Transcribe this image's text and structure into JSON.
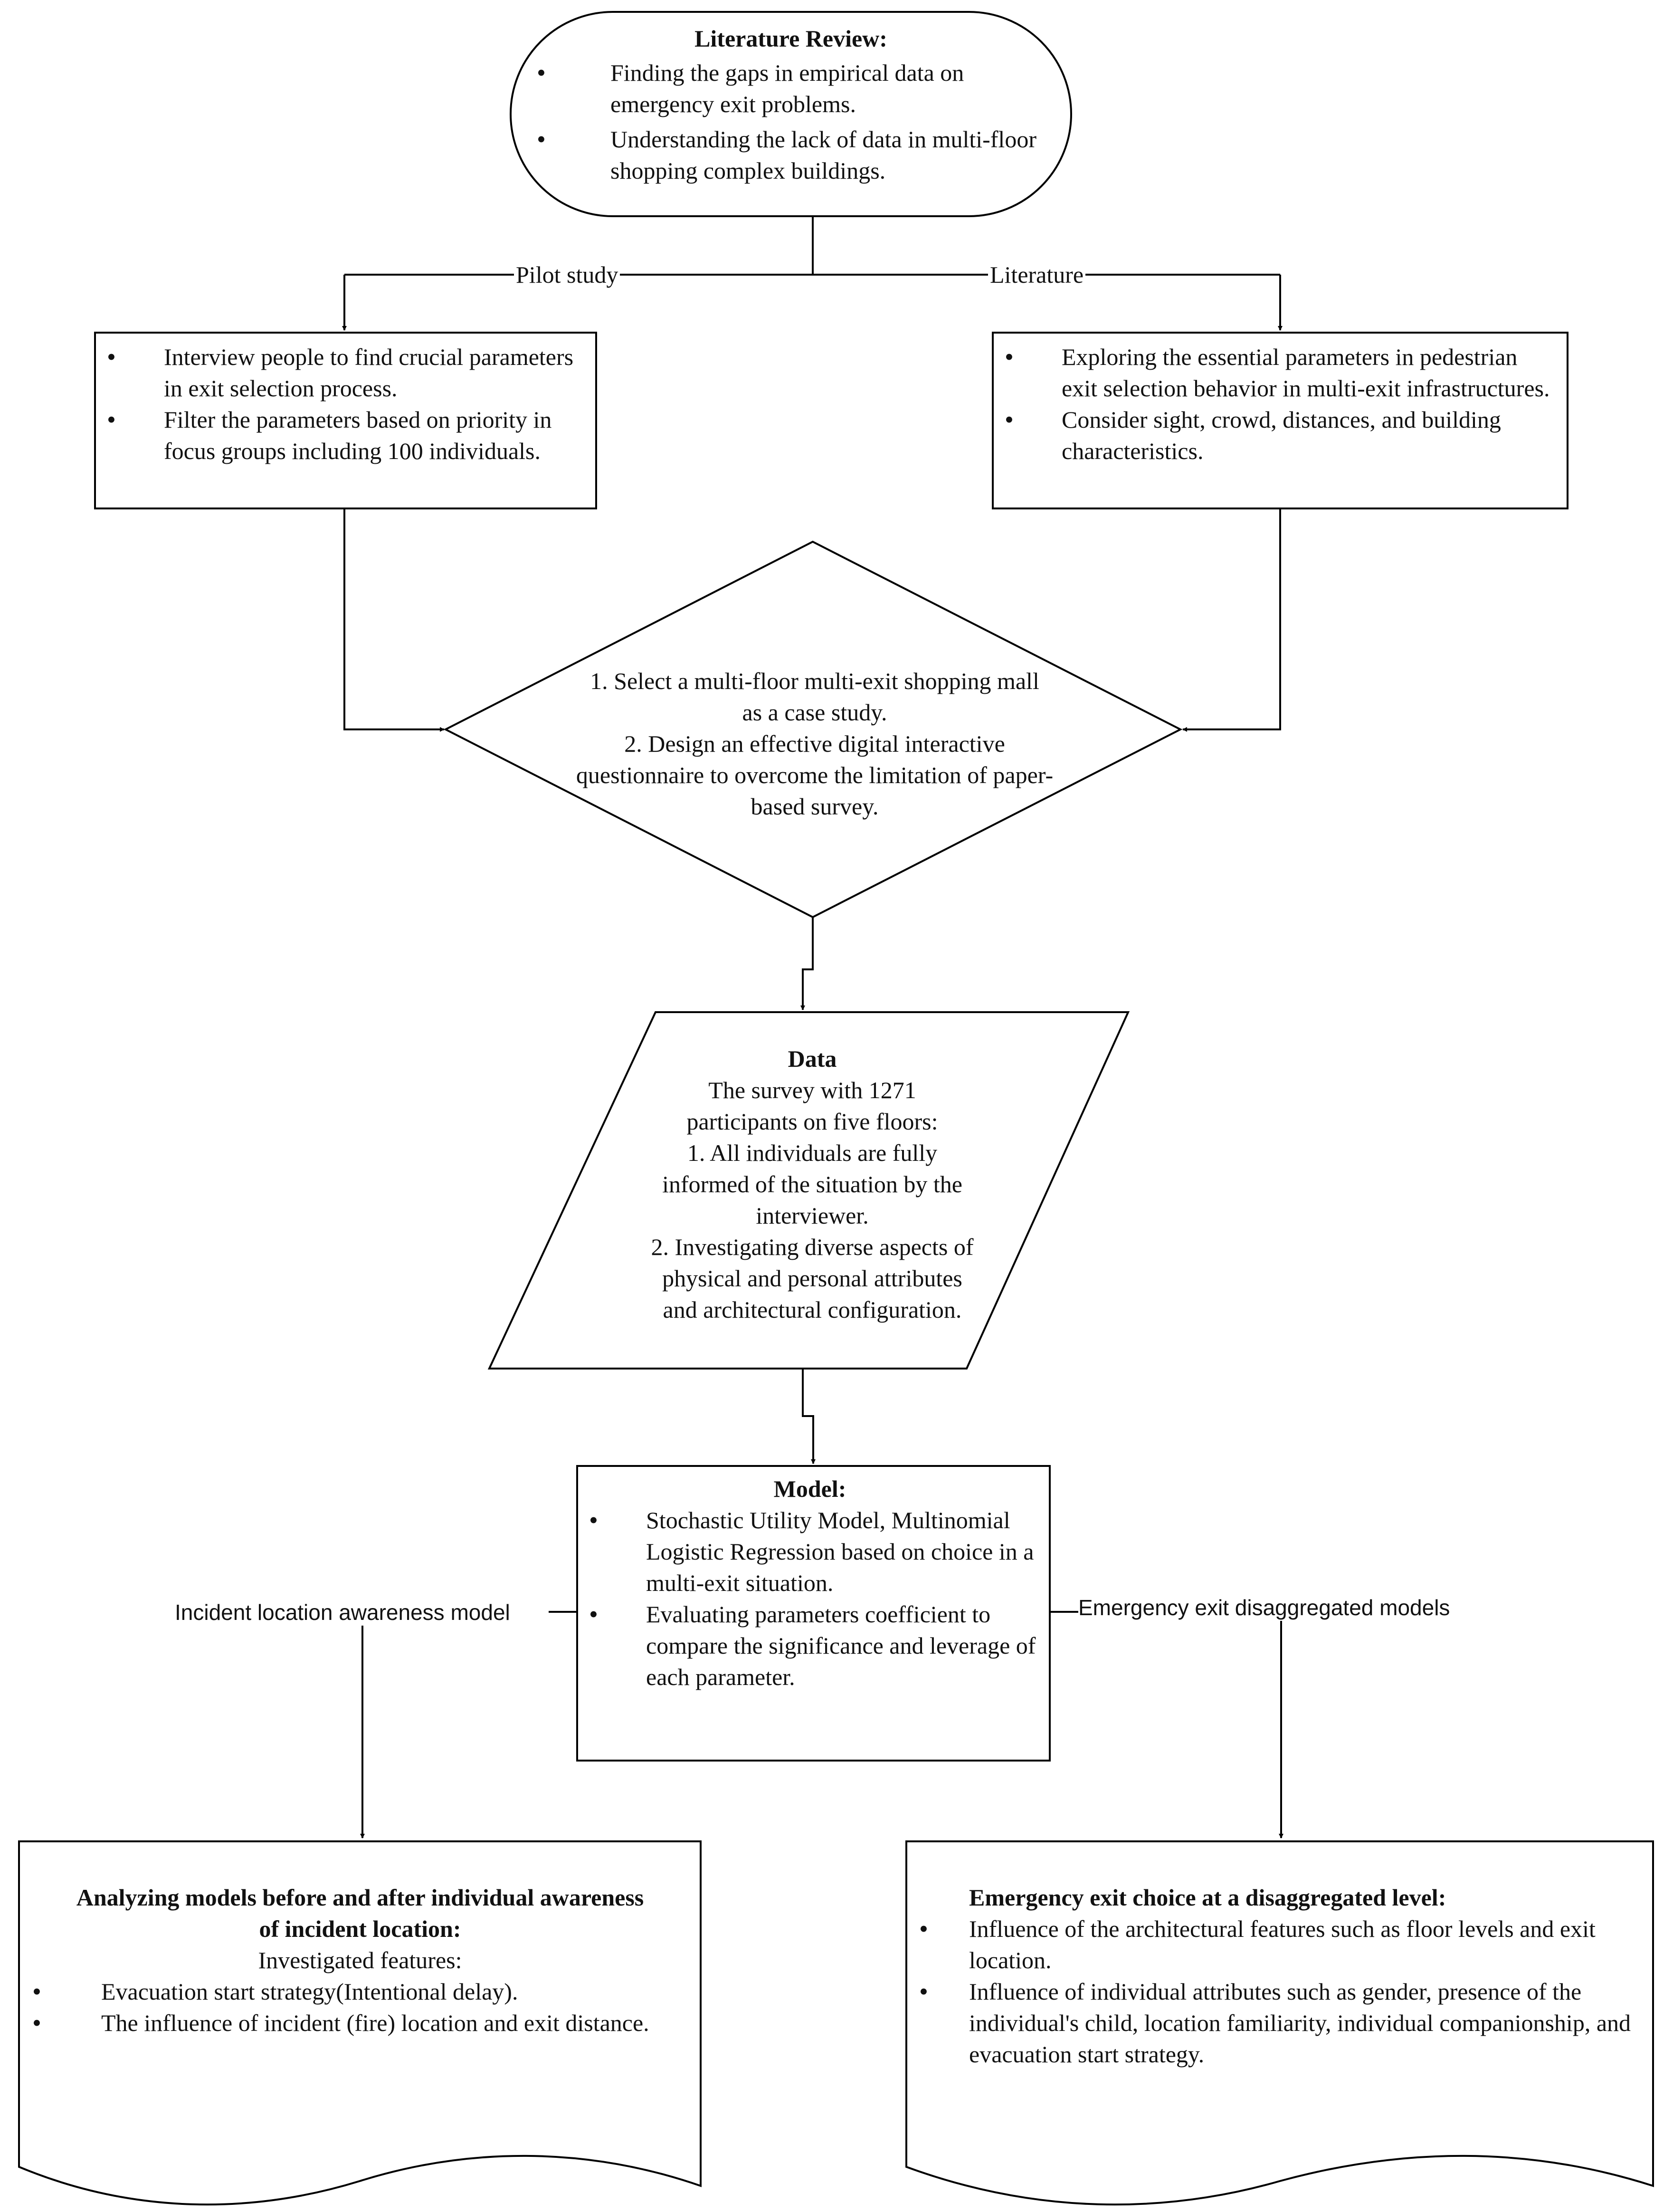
{
  "literature_review": {
    "title": "Literature Review:",
    "items": [
      "Finding the gaps in empirical data on emergency exit problems.",
      "Understanding the lack of data in multi-floor shopping complex buildings."
    ]
  },
  "branches": {
    "pilot_label": "Pilot study",
    "literature_label": "Literature"
  },
  "pilot_box": {
    "items": [
      "Interview people to find crucial parameters in exit selection process.",
      "Filter the parameters based on priority in focus groups including 100 individuals."
    ]
  },
  "literature_box": {
    "items": [
      "Exploring the essential parameters in pedestrian exit selection behavior in multi-exit infrastructures.",
      "Consider sight, crowd, distances, and building characteristics."
    ]
  },
  "decision": {
    "line1": "1. Select a multi-floor multi-exit shopping mall as a case study.",
    "line2": "2. Design an effective digital interactive questionnaire to overcome the limitation of paper-based survey."
  },
  "data_box": {
    "title": "Data",
    "intro": "The survey with 1271 participants on five floors:",
    "line1": "1. All individuals are fully informed of the situation by the interviewer.",
    "line2": "2. Investigating diverse aspects of physical and personal attributes and architectural configuration."
  },
  "model_box": {
    "title": "Model:",
    "items": [
      "Stochastic Utility Model, Multinomial Logistic Regression based on choice in a multi-exit situation.",
      "Evaluating parameters coefficient to compare the significance and leverage of each parameter."
    ]
  },
  "model_branches": {
    "left_label": "Incident location awareness model",
    "right_label": "Emergency exit disaggregated models"
  },
  "left_doc": {
    "title": "Analyzing models before and after individual awareness of incident location:",
    "subtitle": "Investigated features:",
    "items": [
      "Evacuation start strategy(Intentional delay).",
      "The influence of incident (fire) location and exit distance."
    ]
  },
  "right_doc": {
    "title": "Emergency exit choice at a disaggregated level:",
    "items": [
      "Influence of the architectural features such as floor levels and exit location.",
      "Influence of individual attributes such as gender, presence of the individual's child, location familiarity, individual companionship, and evacuation start strategy."
    ]
  }
}
